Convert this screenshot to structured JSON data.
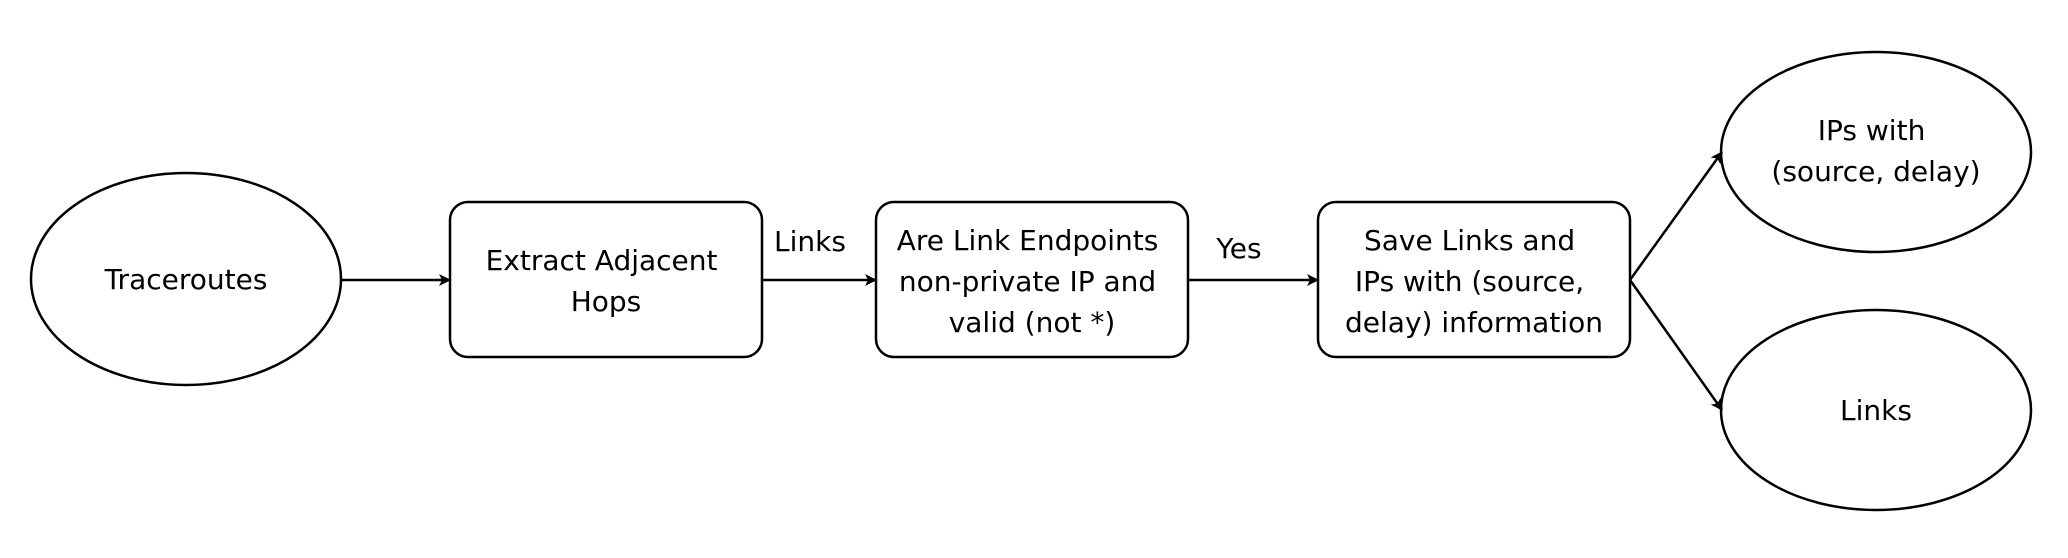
{
  "nodes": {
    "traceroutes": {
      "lines": [
        "Traceroutes"
      ]
    },
    "extract": {
      "lines": [
        "Extract Adjacent",
        "Hops"
      ]
    },
    "check": {
      "lines": [
        "Are Link Endpoints",
        "non-private IP and",
        "valid (not *)"
      ]
    },
    "save": {
      "lines": [
        "Save Links and",
        "IPs with (source,",
        "delay) information"
      ]
    },
    "ips": {
      "lines": [
        "IPs with",
        "(source, delay)"
      ]
    },
    "links": {
      "lines": [
        "Links"
      ]
    }
  },
  "edges": {
    "links_label": "Links",
    "yes_label": "Yes"
  },
  "colors": {
    "stroke": "#000000",
    "fill": "#ffffff"
  }
}
